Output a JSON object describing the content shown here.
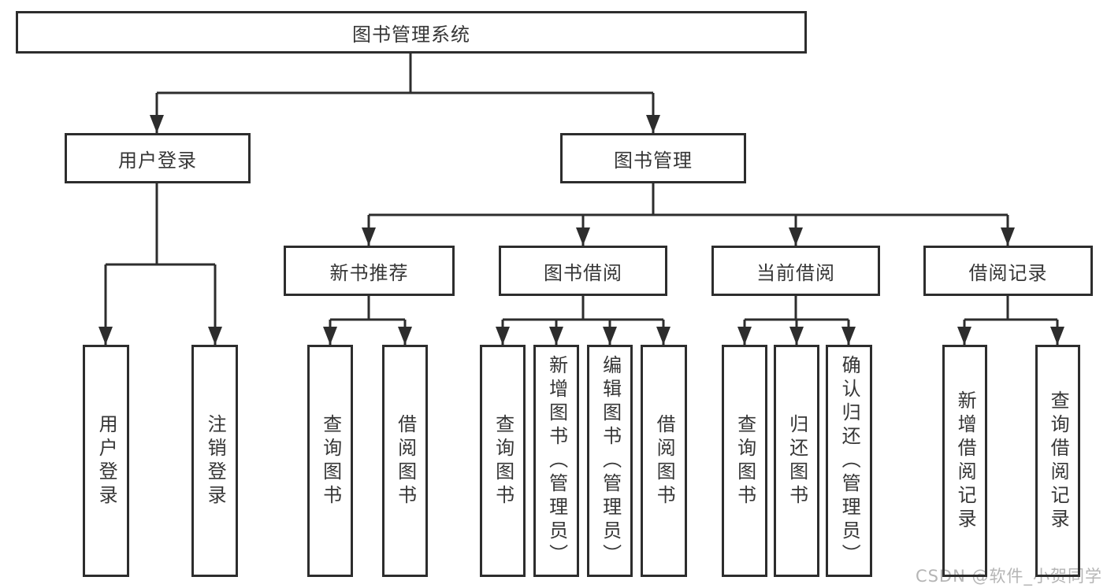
{
  "nodes": {
    "root": "图书管理系统",
    "user_login": "用户登录",
    "book_mgmt": "图书管理",
    "new_books": "新书推荐",
    "book_borrow": "图书借阅",
    "current_borrow": "当前借阅",
    "borrow_records": "借阅记录",
    "leaf_user_login": "用户登录",
    "leaf_logout": "注销登录",
    "leaf_nb_query_books": "查询图书",
    "leaf_nb_borrow_books": "借阅图书",
    "leaf_bb_query_books": "查询图书",
    "leaf_bb_add_books": "新增图书（管理员）",
    "leaf_bb_edit_books": "编辑图书（管理员）",
    "leaf_bb_borrow_books": "借阅图书",
    "leaf_cb_query_books": "查询图书",
    "leaf_cb_return_books": "归还图书",
    "leaf_cb_confirm_return": "确认归还（管理员）",
    "leaf_br_add_record": "新增借阅记录",
    "leaf_br_query_record": "查询借阅记录"
  },
  "colors": {
    "line": "#2d2d2d",
    "text": "#363636",
    "background": "#ffffff",
    "watermark": "#b5b5b5"
  },
  "watermark": "CSDN @软件_小贺同学"
}
